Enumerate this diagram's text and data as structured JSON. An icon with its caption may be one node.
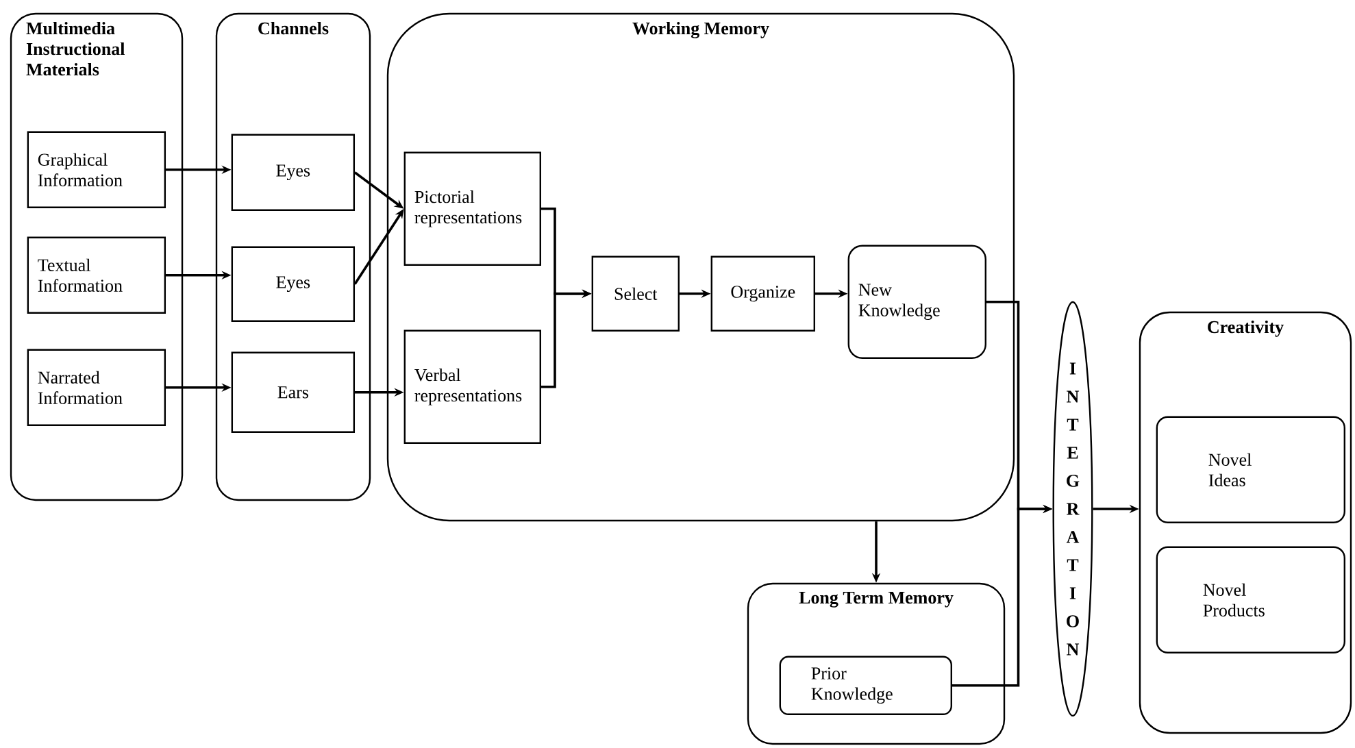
{
  "diagram": {
    "nodes": [
      {
        "text": [
          "Multimedia Instructional Materials"
        ]
      },
      {
        "text": [
          "Graphical Information"
        ],
        "in": 0
      },
      {
        "text": [
          "Textual Information"
        ],
        "in": 0
      },
      {
        "text": [
          "Narrated Information"
        ],
        "in": 0
      },
      {
        "text": [
          "Channels"
        ]
      },
      {
        "text": [
          "Eyes"
        ],
        "in": 4
      },
      {
        "text": [
          "Eyes"
        ],
        "in": 4
      },
      {
        "text": [
          "Ears"
        ],
        "in": 4
      },
      {
        "text": [
          "Working Memory"
        ]
      },
      {
        "text": [
          "Pictorial representations"
        ],
        "in": 8
      },
      {
        "text": [
          "Verbal representations"
        ],
        "in": 8
      },
      {
        "text": [
          "Select"
        ],
        "in": 8
      },
      {
        "text": [
          "Organize"
        ],
        "in": 8
      },
      {
        "text": [
          "New Knowledge"
        ],
        "in": 8
      },
      {
        "text": [
          "Long Term Memory"
        ]
      },
      {
        "text": [
          "Prior Knowledge"
        ],
        "in": 14
      },
      {
        "text": [
          "INTEGRATION"
        ]
      },
      {
        "text": [
          "Creativity"
        ]
      },
      {
        "text": [
          "Novel Ideas"
        ],
        "in": 17
      },
      {
        "text": [
          "Novel Products"
        ],
        "in": 17
      }
    ],
    "edges": [
      {
        "from": 1,
        "to": 5,
        "arrow": "to"
      },
      {
        "from": 2,
        "to": 6,
        "arrow": "to"
      },
      {
        "from": 3,
        "to": 7,
        "arrow": "to"
      },
      {
        "from": 5,
        "to": 9,
        "arrow": "to"
      },
      {
        "from": 6,
        "to": 9,
        "arrow": "to"
      },
      {
        "from": 7,
        "to": 10,
        "arrow": "to"
      },
      {
        "from": 9,
        "to": 11,
        "arrow": "to"
      },
      {
        "from": 10,
        "to": 11,
        "arrow": "to"
      },
      {
        "from": 11,
        "to": 12,
        "arrow": "to"
      },
      {
        "from": 12,
        "to": 13,
        "arrow": "to"
      },
      {
        "from": 13,
        "to": 16,
        "arrow": "to"
      },
      {
        "from": 15,
        "to": 16,
        "arrow": "to"
      },
      {
        "from": 16,
        "to": 17,
        "arrow": "to"
      },
      {
        "from": 8,
        "to": 14,
        "arrow": "to"
      }
    ]
  }
}
